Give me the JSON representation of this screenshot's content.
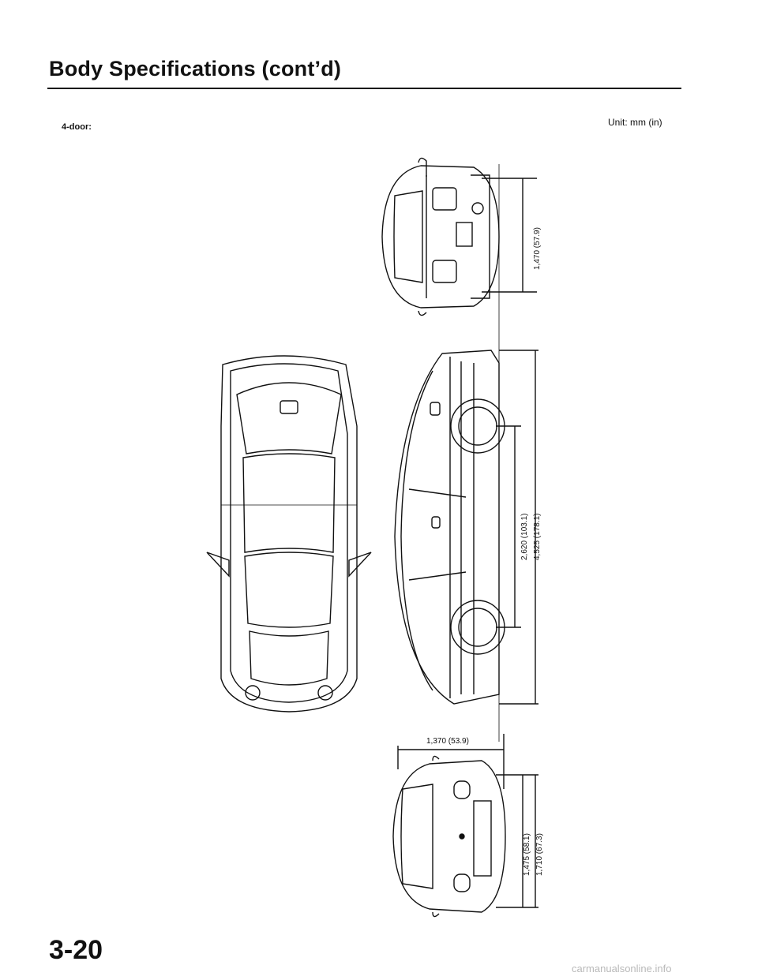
{
  "page": {
    "title": "Body Specifications (cont’d)",
    "variant_label": "4-door:",
    "unit_label": "Unit: mm (in)",
    "page_number": "3-20",
    "watermark": "carmanualsonline.info"
  },
  "dimensions": {
    "height_front": "1,470 (57.9)",
    "wheelbase": "2,620 (103.1)",
    "overall_length": "4,525 (178.1)",
    "tread": "1,370 (53.9)",
    "tread_rear": "1,475 (58.1)",
    "overall_width": "1,710 (67.3)"
  }
}
